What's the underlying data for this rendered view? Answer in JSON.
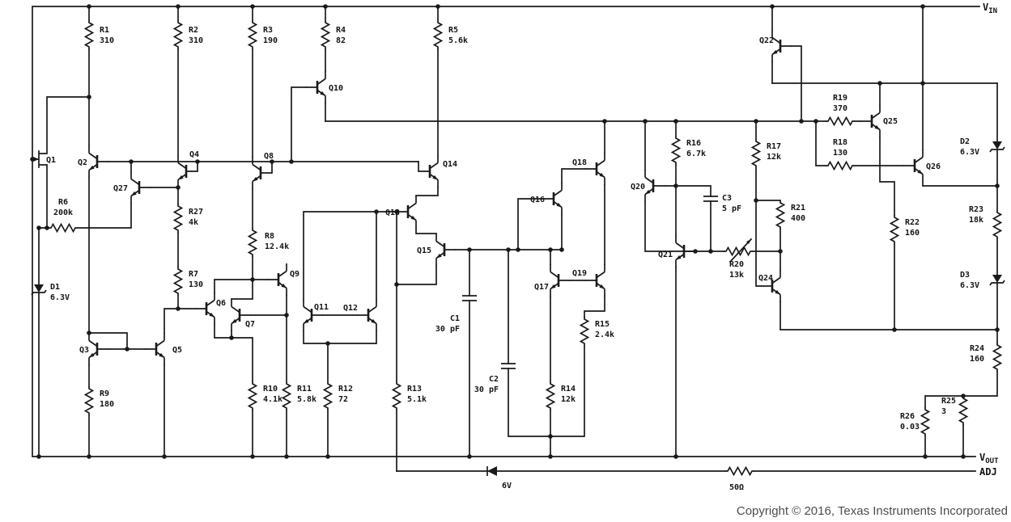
{
  "schematic": {
    "terminals": {
      "vin_main": "V",
      "vin_sub": "IN",
      "vout_main": "V",
      "vout_sub": "OUT",
      "adj": "ADJ"
    },
    "transistors": {
      "q1": "Q1",
      "q2": "Q2",
      "q3": "Q3",
      "q4": "Q4",
      "q5": "Q5",
      "q6": "Q6",
      "q7": "Q7",
      "q8": "Q8",
      "q9": "Q9",
      "q10": "Q10",
      "q11": "Q11",
      "q12": "Q12",
      "q13": "Q13",
      "q14": "Q14",
      "q15": "Q15",
      "q16": "Q16",
      "q17": "Q17",
      "q18": "Q18",
      "q19": "Q19",
      "q20": "Q20",
      "q21": "Q21",
      "q22": "Q22",
      "q24": "Q24",
      "q25": "Q25",
      "q26": "Q26",
      "q27": "Q27"
    },
    "resistors": {
      "r1": {
        "ref": "R1",
        "value": "310"
      },
      "r2": {
        "ref": "R2",
        "value": "310"
      },
      "r3": {
        "ref": "R3",
        "value": "190"
      },
      "r4": {
        "ref": "R4",
        "value": "82"
      },
      "r5": {
        "ref": "R5",
        "value": "5.6k"
      },
      "r6": {
        "ref": "R6",
        "value": "200k"
      },
      "r7": {
        "ref": "R7",
        "value": "130"
      },
      "r8": {
        "ref": "R8",
        "value": "12.4k"
      },
      "r9": {
        "ref": "R9",
        "value": "180"
      },
      "r10": {
        "ref": "R10",
        "value": "4.1k"
      },
      "r11": {
        "ref": "R11",
        "value": "5.8k"
      },
      "r12": {
        "ref": "R12",
        "value": "72"
      },
      "r13": {
        "ref": "R13",
        "value": "5.1k"
      },
      "r14": {
        "ref": "R14",
        "value": "12k"
      },
      "r15": {
        "ref": "R15",
        "value": "2.4k"
      },
      "r16": {
        "ref": "R16",
        "value": "6.7k"
      },
      "r17": {
        "ref": "R17",
        "value": "12k"
      },
      "r18": {
        "ref": "R18",
        "value": "130"
      },
      "r19": {
        "ref": "R19",
        "value": "370"
      },
      "r20": {
        "ref": "R20",
        "value": "13k"
      },
      "r21": {
        "ref": "R21",
        "value": "400"
      },
      "r22": {
        "ref": "R22",
        "value": "160"
      },
      "r23": {
        "ref": "R23",
        "value": "18k"
      },
      "r24": {
        "ref": "R24",
        "value": "160"
      },
      "r25": {
        "ref": "R25",
        "value": "3"
      },
      "r26": {
        "ref": "R26",
        "value": "0.03"
      },
      "r27": {
        "ref": "R27",
        "value": "4k"
      },
      "radj": {
        "value": "50Ω"
      }
    },
    "capacitors": {
      "c1": {
        "ref": "C1",
        "value": "30 pF"
      },
      "c2": {
        "ref": "C2",
        "value": "30 pF"
      },
      "c3": {
        "ref": "C3",
        "value": "5 pF"
      }
    },
    "diodes": {
      "d1": {
        "ref": "D1",
        "value": "6.3V"
      },
      "d2": {
        "ref": "D2",
        "value": "6.3V"
      },
      "d3": {
        "ref": "D3",
        "value": "6.3V"
      },
      "dout": {
        "value": "6V"
      }
    }
  },
  "footer": {
    "copyright": "Copyright © 2016, Texas Instruments Incorporated"
  }
}
